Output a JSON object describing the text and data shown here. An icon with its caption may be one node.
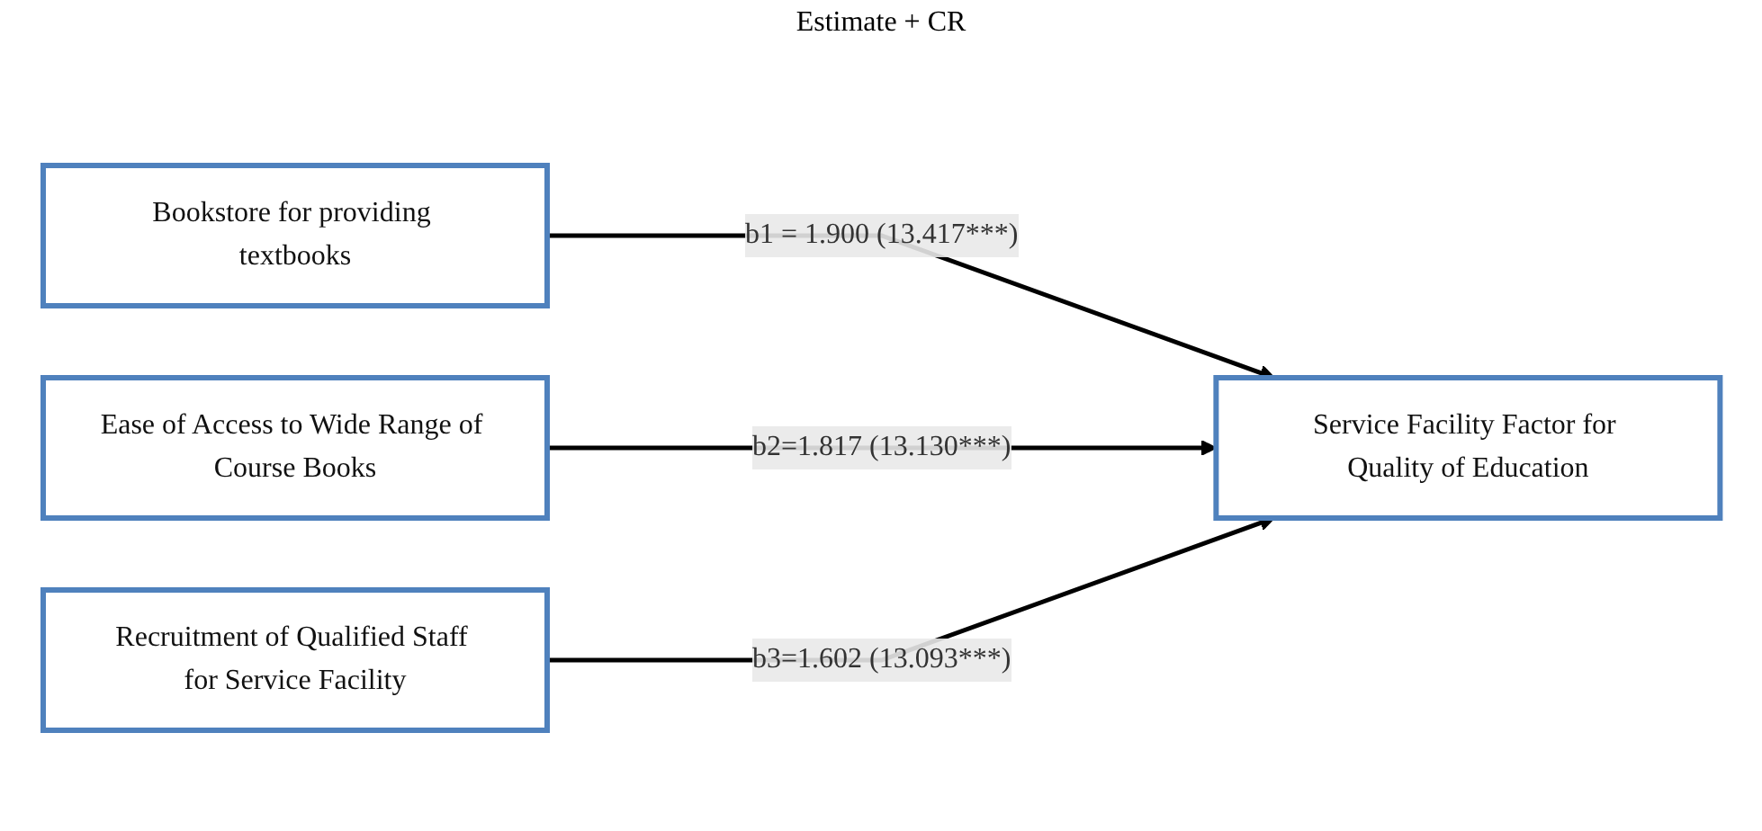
{
  "diagram": {
    "nodes": [
      {
        "text": [
          "Bookstore for providing textbooks"
        ]
      },
      {
        "text": [
          "Ease of Access to Wide Range of Course Books"
        ]
      },
      {
        "text": [
          "Recruitment of Qualified Staff for Service Facility"
        ]
      },
      {
        "text": [
          "Service Facility Factor for Quality of Education"
        ]
      }
    ],
    "edges": [
      {
        "from": 0,
        "to": 3,
        "arrow": "to",
        "label": "b1 = 1.900 (13.417***)"
      },
      {
        "from": 1,
        "to": 3,
        "arrow": "to",
        "label": "b2=1.817 (13.130***)"
      },
      {
        "from": 2,
        "to": 3,
        "arrow": "to",
        "label": "b3=1.602 (13.093***)"
      }
    ],
    "labels": [
      "Estimate + CR"
    ]
  }
}
